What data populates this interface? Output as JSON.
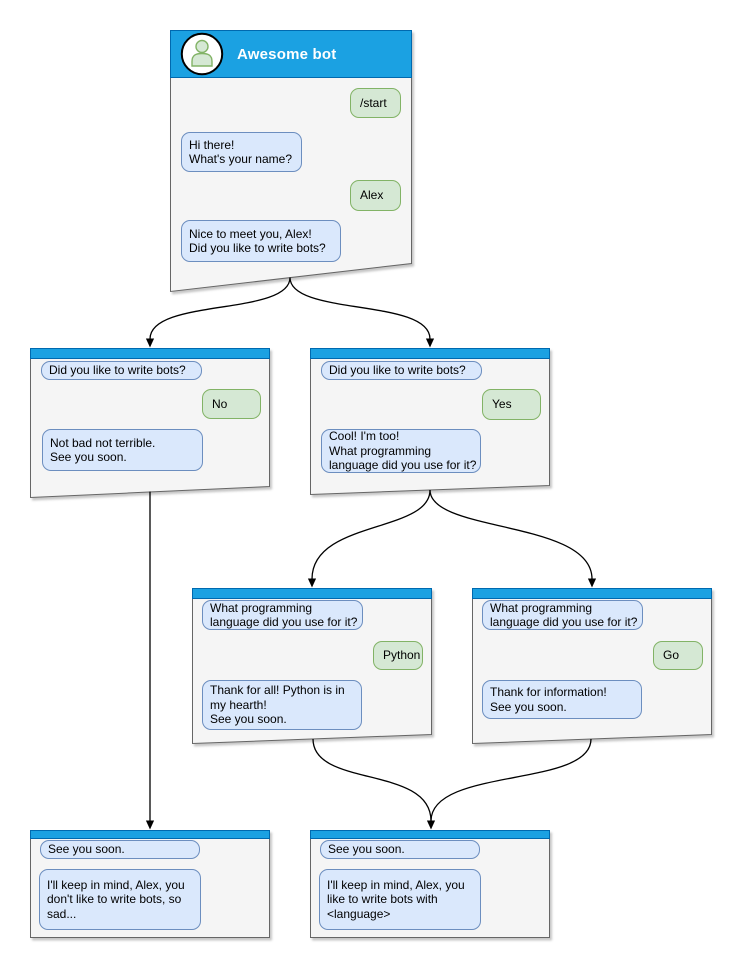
{
  "diagram": {
    "type": "chatbot-flowchart",
    "background": "#ffffff",
    "colors": {
      "header_blue": "#1ba1e2",
      "header_border": "#0069af",
      "bot_bubble_fill": "#dae8fc",
      "bot_bubble_border": "#6c8ebf",
      "user_bubble_fill": "#d5e8d4",
      "user_bubble_border": "#82b366",
      "window_fill": "#f5f5f5",
      "window_border": "#666666",
      "arrow": "#000000"
    }
  },
  "windows": [
    {
      "id": "awesome-bot",
      "title": "Awesome bot",
      "messages": [
        {
          "side": "user",
          "text": "/start"
        },
        {
          "side": "bot",
          "text": "Hi there!\nWhat's your name?"
        },
        {
          "side": "user",
          "text": "Alex"
        },
        {
          "side": "bot",
          "text": "Nice to meet you, Alex!\nDid you like to write bots?"
        }
      ]
    },
    {
      "id": "branch-no",
      "messages": [
        {
          "side": "bot",
          "text": "Did you like to write bots?"
        },
        {
          "side": "user",
          "text": "No"
        },
        {
          "side": "bot",
          "text": "Not bad not terrible.\nSee you soon."
        }
      ]
    },
    {
      "id": "branch-yes",
      "messages": [
        {
          "side": "bot",
          "text": "Did you like to write bots?"
        },
        {
          "side": "user",
          "text": "Yes"
        },
        {
          "side": "bot",
          "text": "Cool! I'm too!\nWhat programming\nlanguage did you use for it?"
        }
      ]
    },
    {
      "id": "branch-python",
      "messages": [
        {
          "side": "bot",
          "text": "What programming\nlanguage did you use for it?"
        },
        {
          "side": "user",
          "text": "Python"
        },
        {
          "side": "bot",
          "text": "Thank for all! Python is in\nmy hearth!\nSee you soon."
        }
      ]
    },
    {
      "id": "branch-go",
      "messages": [
        {
          "side": "bot",
          "text": "What programming\nlanguage did you use for it?"
        },
        {
          "side": "user",
          "text": "Go"
        },
        {
          "side": "bot",
          "text": "Thank for information!\nSee you soon."
        }
      ]
    },
    {
      "id": "end-no",
      "messages": [
        {
          "side": "bot",
          "text": "See you soon."
        },
        {
          "side": "bot",
          "text": "I'll keep in mind, Alex, you\ndon't like to write bots, so\nsad..."
        }
      ]
    },
    {
      "id": "end-language",
      "messages": [
        {
          "side": "bot",
          "text": "See you soon."
        },
        {
          "side": "bot",
          "text": "I'll keep in mind, Alex, you\nlike to write bots with\n<language>"
        }
      ]
    }
  ],
  "edges": [
    {
      "from": "awesome-bot",
      "to": "branch-no"
    },
    {
      "from": "awesome-bot",
      "to": "branch-yes"
    },
    {
      "from": "branch-no",
      "to": "end-no"
    },
    {
      "from": "branch-yes",
      "to": "branch-python"
    },
    {
      "from": "branch-yes",
      "to": "branch-go"
    },
    {
      "from": "branch-python",
      "to": "end-language"
    },
    {
      "from": "branch-go",
      "to": "end-language"
    }
  ]
}
